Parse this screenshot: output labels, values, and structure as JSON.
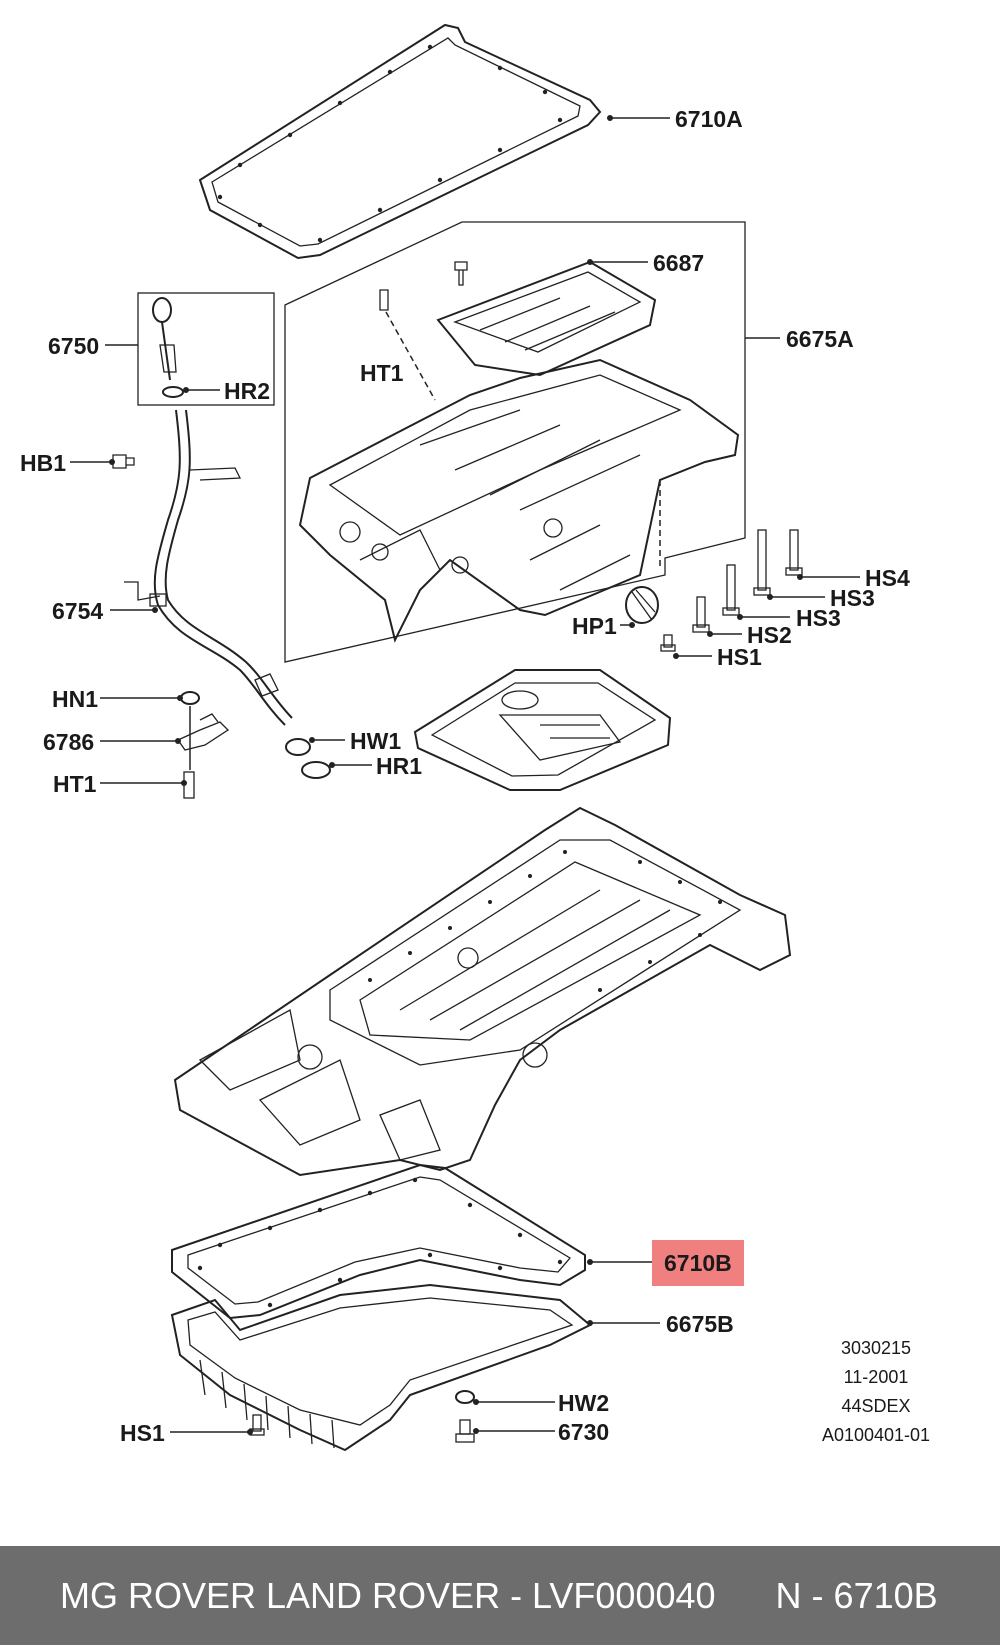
{
  "callouts": {
    "c6710A": "6710A",
    "c6687": "6687",
    "c6675A": "6675A",
    "c6750": "6750",
    "cHR2": "HR2",
    "cHT1a": "HT1",
    "cHB1": "HB1",
    "c6754": "6754",
    "cHS4": "HS4",
    "cHS3a": "HS3",
    "cHS3b": "HS3",
    "cHS2": "HS2",
    "cHP1": "HP1",
    "cHS1a": "HS1",
    "cHN1": "HN1",
    "c6786": "6786",
    "cHT1b": "HT1",
    "cHW1": "HW1",
    "cHR1": "HR1",
    "c6710B": "6710B",
    "c6675B": "6675B",
    "cHW2": "HW2",
    "cHS1b": "HS1",
    "c6730": "6730"
  },
  "meta": {
    "line1": "3030215",
    "line2": "11-2001",
    "line3": "44SDEX",
    "line4": "A0100401-01"
  },
  "footer": {
    "text": "MG ROVER LAND ROVER - LVF000040      N - 6710B"
  },
  "colors": {
    "highlight": "#f08080",
    "footer_bg": "#6d6d6d",
    "footer_text": "#ffffff"
  }
}
